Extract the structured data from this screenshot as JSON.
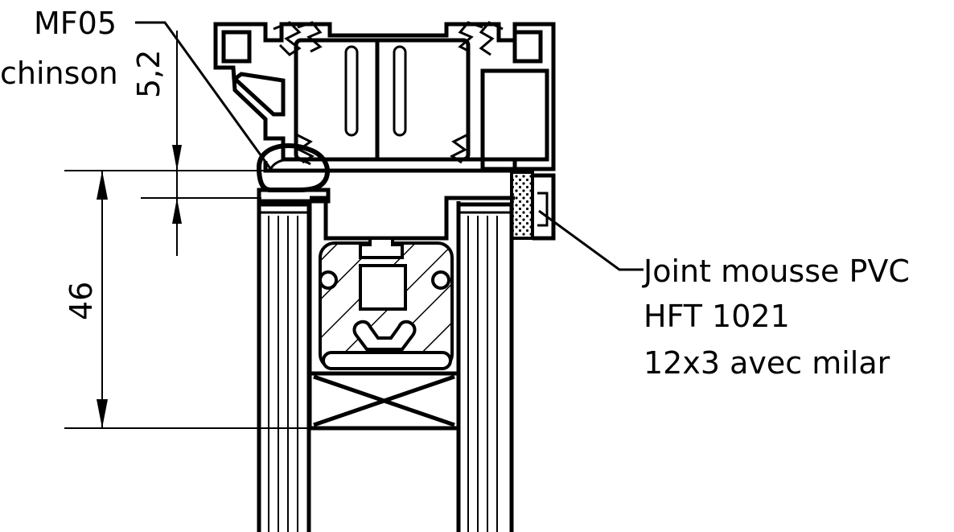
{
  "labels": {
    "seal_code": "MF05",
    "seal_maker_partial": "chinson",
    "gap_dimension": "5,2",
    "height_dimension": "46",
    "foam_joint_line1": "Joint mousse PVC",
    "foam_joint_line2": "HFT 1021",
    "foam_joint_line3": "12x3 avec milar"
  },
  "colors": {
    "ink": "#000000",
    "paper": "#ffffff"
  }
}
